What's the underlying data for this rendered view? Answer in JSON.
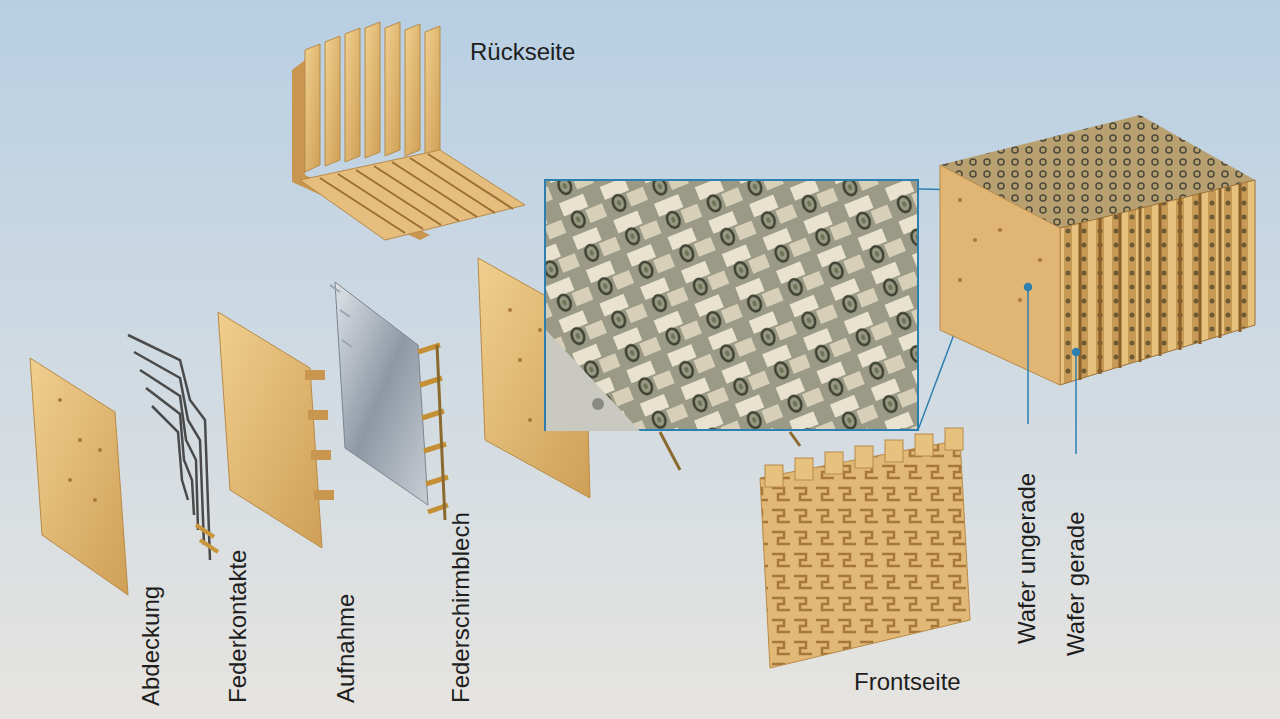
{
  "diagram": {
    "labels": [
      "Rückseite",
      "Abdeckung",
      "Federkontakte",
      "Aufnahme",
      "Federschirmblech",
      "Frontseite",
      "Wafer ungerade",
      "Wafer gerade"
    ]
  }
}
